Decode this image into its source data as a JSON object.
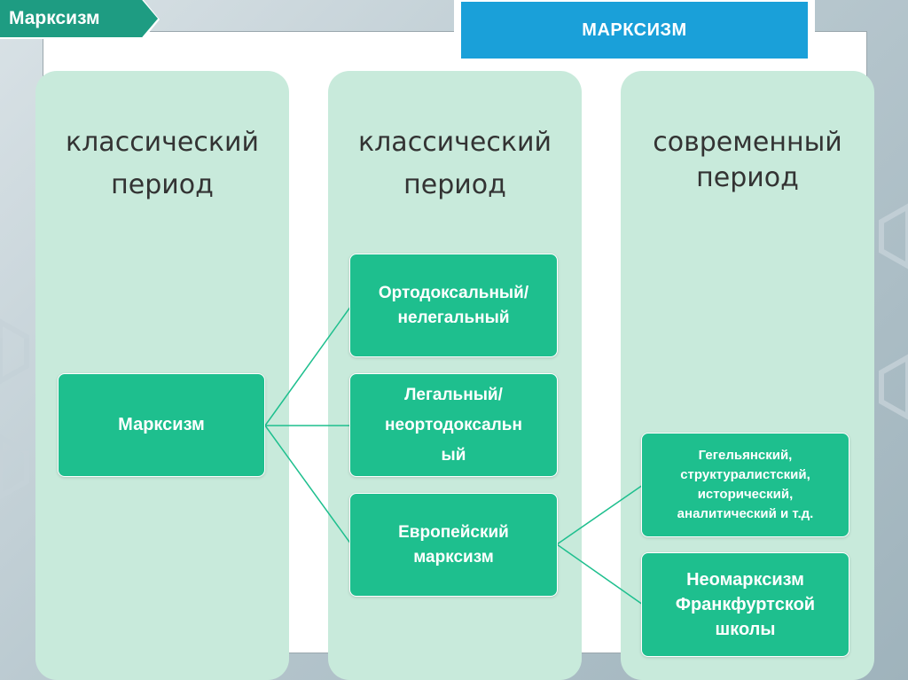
{
  "tag_label": "Марксизм",
  "title": "МАРКСИЗМ",
  "columns": [
    {
      "heading_line1": "классический",
      "heading_line2": "период"
    },
    {
      "heading_line1": "классический",
      "heading_line2": "период"
    },
    {
      "heading_line1": "современный",
      "heading_line2": "период"
    }
  ],
  "nodes": {
    "root": "Марксизм",
    "orthodox_1": "Ортодоксальный/",
    "orthodox_2": "нелегальный",
    "legal_1": "Легальный/",
    "legal_2": "неортодоксальн",
    "legal_3": "ый",
    "european_1": "Европейский",
    "european_2": "марксизм",
    "modern_1": "Гегельянский,",
    "modern_2": "структуралистский,",
    "modern_3": "исторический,",
    "modern_4": "аналитический и т.д.",
    "neo_1": "Неомарксизм",
    "neo_2": "Франкфуртской",
    "neo_3": "школы"
  },
  "colors": {
    "node_fill": "#1ebf8e",
    "column_fill": "#c8eadb",
    "title_fill": "#1aa0d9",
    "tag_fill": "#1e9c82",
    "connector": "#1ebf8e"
  }
}
